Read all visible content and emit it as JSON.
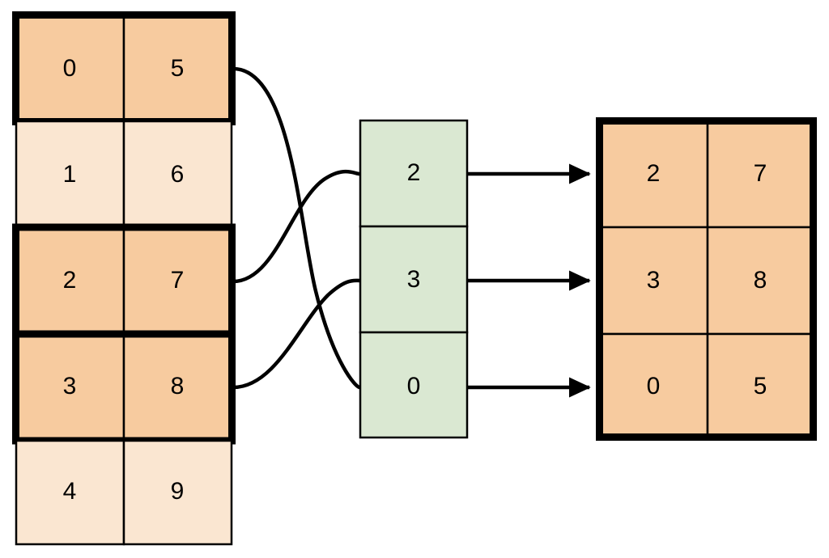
{
  "diagram": {
    "title": "dataframe-row-selection-diagram",
    "colors": {
      "highlight_fill": "#F7CB9F",
      "dim_fill": "#FAE6D1",
      "index_fill": "#DAE8D2",
      "border": "#000000",
      "background": "#FFFFFF"
    },
    "source_table": {
      "name": "source-table",
      "columns": 2,
      "rows": [
        {
          "cells": [
            "0",
            "5"
          ],
          "selected": true
        },
        {
          "cells": [
            "1",
            "6"
          ],
          "selected": false
        },
        {
          "cells": [
            "2",
            "7"
          ],
          "selected": true
        },
        {
          "cells": [
            "3",
            "8"
          ],
          "selected": true
        },
        {
          "cells": [
            "4",
            "9"
          ],
          "selected": false
        }
      ]
    },
    "index_column": {
      "name": "index-selector-column",
      "cells": [
        "2",
        "3",
        "0"
      ]
    },
    "result_table": {
      "name": "result-table",
      "columns": 2,
      "rows": [
        {
          "cells": [
            "2",
            "7"
          ]
        },
        {
          "cells": [
            "3",
            "8"
          ]
        },
        {
          "cells": [
            "0",
            "5"
          ]
        }
      ]
    },
    "connectors": [
      {
        "name": "connector-source-row-0-to-index-2",
        "from_row": 0,
        "to_index": 2
      },
      {
        "name": "connector-source-row-2-to-index-0",
        "from_row": 2,
        "to_index": 0
      },
      {
        "name": "connector-source-row-3-to-index-1",
        "from_row": 3,
        "to_index": 1
      }
    ],
    "arrows": [
      {
        "name": "arrow-index-0-to-result-row-0",
        "from_index": 0,
        "to_row": 0
      },
      {
        "name": "arrow-index-1-to-result-row-1",
        "from_index": 1,
        "to_row": 1
      },
      {
        "name": "arrow-index-2-to-result-row-2",
        "from_index": 2,
        "to_row": 2
      }
    ]
  }
}
